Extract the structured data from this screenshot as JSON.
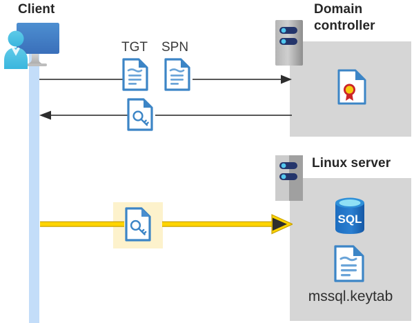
{
  "diagram": {
    "type": "sequence-flow",
    "background": "#ffffff",
    "colors": {
      "lifeline": "#c3ddf9",
      "server_box": "#d6d6d6",
      "highlight": "#fdf2cc",
      "doc_blue": "#3c85c6",
      "arrow_gray": "#3f3f3f",
      "arrow_yellow": "#f2c200",
      "sql_blue": "#1f6fc4",
      "cert_red": "#cc2427",
      "cert_gold": "#f5cb11"
    }
  },
  "client": {
    "title": "Client",
    "icon": "user-workstation-icon",
    "lifeline_name": "client-lifeline"
  },
  "domain_controller": {
    "title_line1": "Domain",
    "title_line2": "controller",
    "title": "Domain controller",
    "rack_icon": "server-rack-icon",
    "contents": [
      {
        "icon": "certificate-icon",
        "label": ""
      }
    ]
  },
  "linux_server": {
    "title": "Linux server",
    "rack_icon": "server-rack-icon",
    "contents": [
      {
        "icon": "sql-database-icon",
        "label": "SQL"
      },
      {
        "icon": "keytab-document-icon",
        "label": "mssql.keytab"
      }
    ],
    "sql_label": "SQL",
    "keytab_label": "mssql.keytab"
  },
  "flows": [
    {
      "id": "request",
      "direction": "right",
      "from": "Client",
      "to": "Domain controller",
      "color": "#3f3f3f",
      "labels": [
        "TGT",
        "SPN"
      ],
      "icons": [
        "document-icon",
        "document-icon"
      ]
    },
    {
      "id": "response",
      "direction": "left",
      "from": "Domain controller",
      "to": "Client",
      "color": "#3f3f3f",
      "labels": [],
      "icons": [
        "key-document-icon"
      ]
    },
    {
      "id": "authenticate",
      "direction": "right",
      "from": "Client",
      "to": "Linux server",
      "color": "#f2c200",
      "highlighted": true,
      "labels": [],
      "icons": [
        "key-document-icon"
      ]
    }
  ],
  "labels": {
    "tgt": "TGT",
    "spn": "SPN"
  }
}
